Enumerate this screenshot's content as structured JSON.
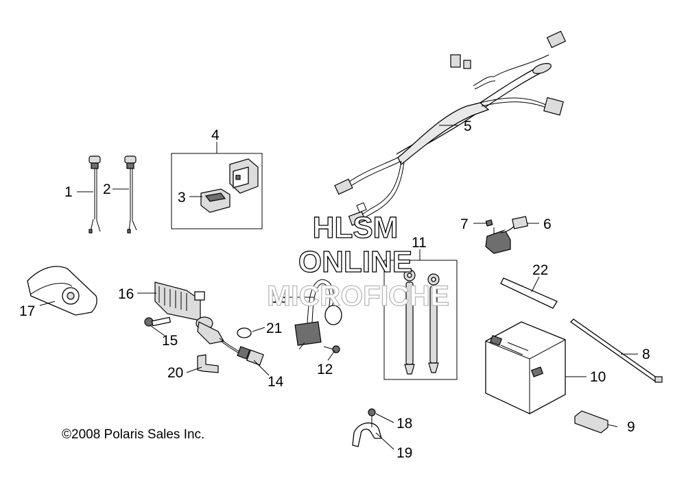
{
  "copyright": "©2008 Polaris Sales Inc.",
  "watermark": {
    "line1": "HLSM",
    "line2": "ONLINE",
    "line3": "MICROFICHE"
  },
  "callouts": {
    "c1": "1",
    "c2": "2",
    "c3": "3",
    "c4": "4",
    "c5": "5",
    "c6": "6",
    "c7": "7",
    "c8": "8",
    "c9": "9",
    "c10": "10",
    "c11": "11",
    "c12": "12",
    "c13": "13",
    "c14": "14",
    "c15": "15",
    "c16": "16",
    "c17": "17",
    "c18": "18",
    "c19": "19",
    "c20": "20",
    "c21": "21",
    "c22": "22"
  }
}
